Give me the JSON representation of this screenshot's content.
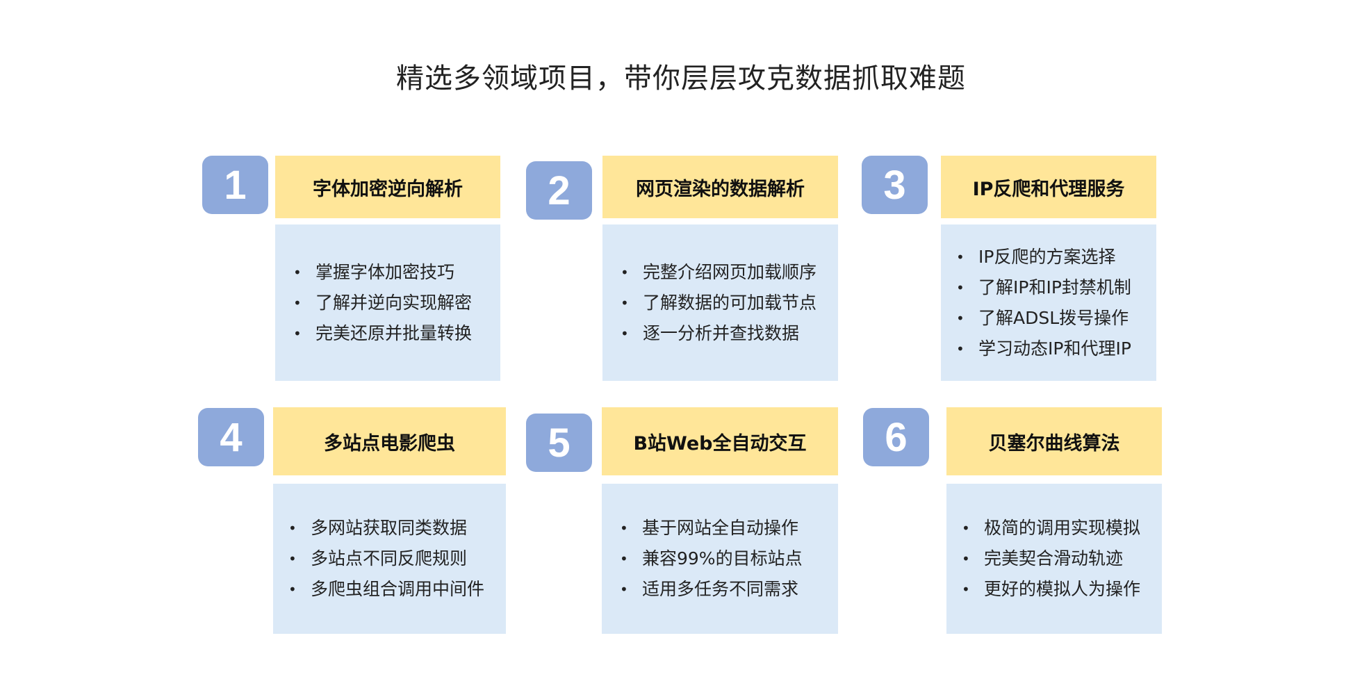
{
  "page": {
    "title": "精选多领域项目，带你层层攻克数据抓取难题"
  },
  "colors": {
    "badge": "#8ea9db",
    "title_band": "#ffe699",
    "body_panel": "#dbe9f7"
  },
  "cards": [
    {
      "number": "1",
      "title": "字体加密逆向解析",
      "items": [
        "掌握字体加密技巧",
        "了解并逆向实现解密",
        "完美还原并批量转换"
      ]
    },
    {
      "number": "2",
      "title": "网页渲染的数据解析",
      "items": [
        "完整介绍网页加载顺序",
        "了解数据的可加载节点",
        "逐一分析并查找数据"
      ]
    },
    {
      "number": "3",
      "title": "IP反爬和代理服务",
      "items": [
        "IP反爬的方案选择",
        "了解IP和IP封禁机制",
        "了解ADSL拨号操作",
        "学习动态IP和代理IP"
      ]
    },
    {
      "number": "4",
      "title": "多站点电影爬虫",
      "items": [
        "多网站获取同类数据",
        "多站点不同反爬规则",
        "多爬虫组合调用中间件"
      ]
    },
    {
      "number": "5",
      "title": "B站Web全自动交互",
      "items": [
        "基于网站全自动操作",
        "兼容99%的目标站点",
        "适用多任务不同需求"
      ]
    },
    {
      "number": "6",
      "title": "贝塞尔曲线算法",
      "items": [
        "极简的调用实现模拟",
        "完美契合滑动轨迹",
        "更好的模拟人为操作"
      ]
    }
  ]
}
